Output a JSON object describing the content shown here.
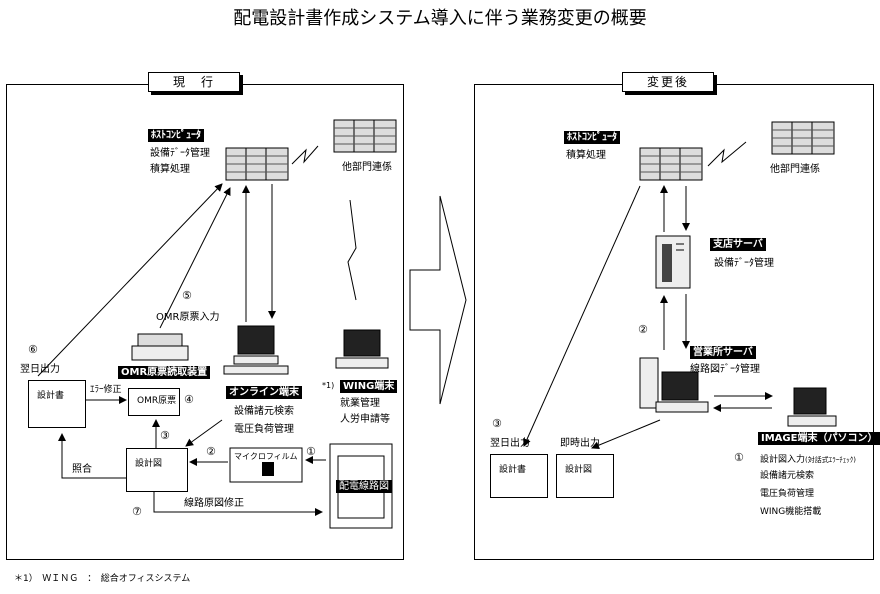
{
  "title": "配電設計書作成システム導入に伴う業務変更の概要",
  "before": {
    "tab": "現　行",
    "host_badge": "ﾎｽﾄｺﾝﾋﾟｭｰﾀ",
    "host_line1": "設備ﾃﾞｰﾀ管理",
    "host_line2": "積算処理",
    "other_dept": "他部門連係",
    "omr_input": "OMR原票入力",
    "omr_device": "OMR原票読取装置",
    "online_terminal": "オンライン端末",
    "online_func1": "設備諸元検索",
    "online_func2": "電圧負荷管理",
    "wing_note": "*1)",
    "wing_terminal": "WING端末",
    "wing_func1": "就業管理",
    "wing_func2": "人労申請等",
    "next_day_output": "翌日出力",
    "error_fix": "ｴﾗｰ修正",
    "design_doc": "設計書",
    "omr_sheet": "OMR原票",
    "design_drawing": "設計図",
    "microfilm": "マイクロフィルム",
    "distribution_map": "配電線路図",
    "collation": "照合",
    "route_fix": "線路原図修正",
    "nums": [
      "①",
      "②",
      "③",
      "④",
      "⑤",
      "⑥",
      "⑦"
    ]
  },
  "after": {
    "tab": "変更後",
    "host_badge": "ﾎｽﾄｺﾝﾋﾟｭｰﾀ",
    "host_line1": "積算処理",
    "other_dept": "他部門連係",
    "branch_server": "支店サーバ",
    "branch_func": "設備ﾃﾞｰﾀ管理",
    "office_server": "営業所サーバ",
    "office_func": "線路図ﾃﾞｰﾀ管理",
    "image_terminal": "IMAGE端末（パソコン）",
    "image_func1": "設計図入力",
    "image_func1_note": "(対話式ｴﾗｰﾁｪｯｸ)",
    "image_func2": "設備諸元検索",
    "image_func3": "電圧負荷管理",
    "image_func4": "WING機能搭載",
    "next_day_output": "翌日出力",
    "instant_output": "即時出力",
    "design_doc": "設計書",
    "design_drawing": "設計図",
    "nums": [
      "①",
      "②",
      "③"
    ]
  },
  "footnote": "＊1）　ＷＩＮＧ　：　総合オフィスシステム"
}
